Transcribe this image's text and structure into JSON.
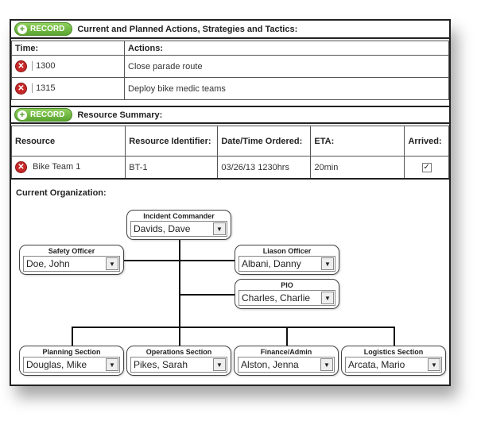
{
  "actions_section": {
    "record_label": "RECORD",
    "title": "Current and Planned Actions, Strategies and Tactics:",
    "col_time": "Time:",
    "col_actions": "Actions:",
    "rows": [
      {
        "time": "1300",
        "action": "Close parade route"
      },
      {
        "time": "1315",
        "action": "Deploy bike medic teams"
      }
    ]
  },
  "resource_section": {
    "record_label": "RECORD",
    "title": "Resource Summary:",
    "col_resource": "Resource",
    "col_identifier": "Resource Identifier:",
    "col_ordered": "Date/Time Ordered:",
    "col_eta": "ETA:",
    "col_arrived": "Arrived:",
    "rows": [
      {
        "resource": "Bike Team 1",
        "identifier": "BT-1",
        "ordered": "03/26/13  1230hrs",
        "eta": "20min",
        "arrived_mark": "✓"
      }
    ]
  },
  "organization": {
    "title": "Current Organization:",
    "incident_commander": {
      "label": "Incident Commander",
      "value": "Davids, Dave"
    },
    "safety_officer": {
      "label": "Safety Officer",
      "value": "Doe, John"
    },
    "liaison_officer": {
      "label": "Liason Officer",
      "value": "Albani, Danny"
    },
    "pio": {
      "label": "PIO",
      "value": "Charles, Charlie"
    },
    "planning_section": {
      "label": "Planning Section",
      "value": "Douglas, Mike"
    },
    "operations_section": {
      "label": "Operations Section",
      "value": "Pikes, Sarah"
    },
    "finance_admin": {
      "label": "Finance/Admin",
      "value": "Alston, Jenna"
    },
    "logistics_section": {
      "label": "Logistics Section",
      "value": "Arcata, Mario"
    }
  },
  "icons": {
    "add": "plus-icon",
    "delete": "delete-x-icon",
    "dropdown": "chevron-down-icon",
    "check": "check-icon"
  },
  "colors": {
    "record_green": "#5aa52f",
    "delete_red": "#c62828"
  }
}
